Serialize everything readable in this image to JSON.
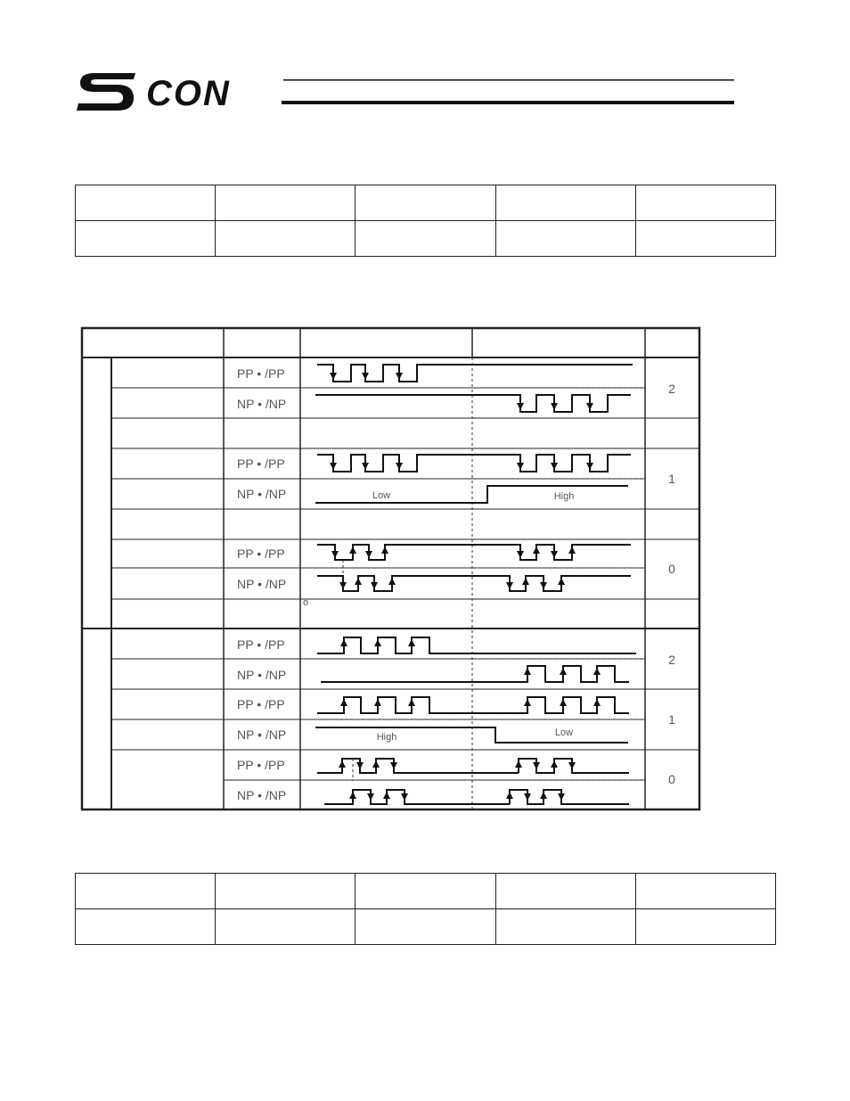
{
  "header": {
    "logo_text": "SCON"
  },
  "top_table": {
    "rows": 2,
    "cols": 5
  },
  "bottom_table": {
    "rows": 2,
    "cols": 5
  },
  "timing": {
    "rows": [
      {
        "signal": "PP • /PP"
      },
      {
        "signal": "NP • /NP"
      },
      {
        "signal": "PP • /PP"
      },
      {
        "signal": "NP • /NP"
      },
      {
        "signal": "PP • /PP"
      },
      {
        "signal": "NP • /NP"
      },
      {
        "signal": "PP • /PP"
      },
      {
        "signal": "NP • /NP"
      },
      {
        "signal": "PP • /PP"
      },
      {
        "signal": "NP • /NP"
      },
      {
        "signal": "PP • /PP"
      },
      {
        "signal": "NP • /NP"
      }
    ],
    "param_values": [
      "2",
      "1",
      "0",
      "2",
      "1",
      "0"
    ],
    "level_labels": {
      "low_a": "Low",
      "high_a": "High",
      "high_b": "High",
      "low_b": "Low"
    },
    "note_mark": "o"
  }
}
